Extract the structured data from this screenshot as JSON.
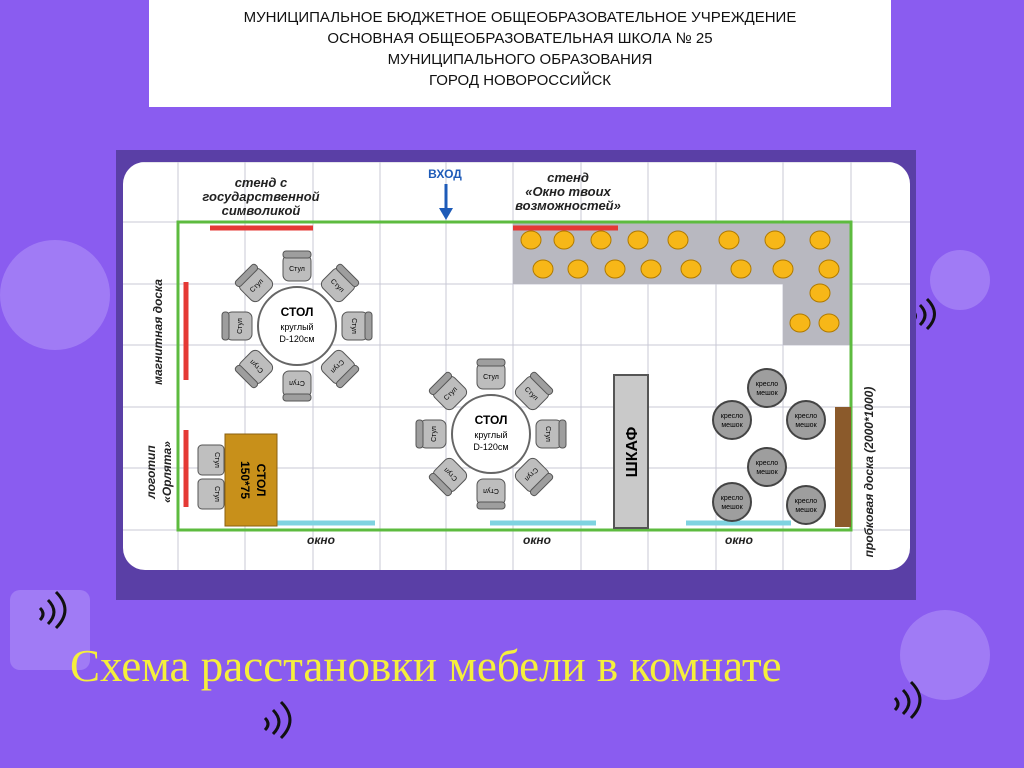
{
  "header": {
    "line1": "МУНИЦИПАЛЬНОЕ БЮДЖЕТНОЕ ОБЩЕОБРАЗОВАТЕЛЬНОЕ УЧРЕЖДЕНИЕ",
    "line2": "ОСНОВНАЯ ОБЩЕОБРАЗОВАТЕЛЬНАЯ ШКОЛА № 25",
    "line3": "МУНИЦИПАЛЬНОГО ОБРАЗОВАНИЯ",
    "line4": "ГОРОД НОВОРОССИЙСК"
  },
  "plan": {
    "entrance": "ВХОД",
    "stand_state_line1": "стенд с",
    "stand_state_line2": "государственной",
    "stand_state_line3": "символикой",
    "stand_window_line1": "стенд",
    "stand_window_line2": "«Окно твоих",
    "stand_window_line3": "возможностей»",
    "magnetic_board": "магнитная доска",
    "logo_line1": "логотип",
    "logo_line2": "«Орлята»",
    "cork_board": "пробковая доска (2000*1000)",
    "round_table_title": "СТОЛ",
    "round_table_sub1": "круглый",
    "round_table_sub2": "D-120см",
    "chair": "Стул",
    "rect_table_title": "СТОЛ",
    "rect_table_size": "150*75",
    "wardrobe": "ШКАФ",
    "beanbag_line1": "кресло",
    "beanbag_line2": "мешок",
    "window": "окно"
  },
  "caption": "Схема расстановки мебели  в комнате",
  "colors": {
    "background": "#8a5cf0",
    "wall": "#5dbb3f",
    "stand_red": "#e53935",
    "window_cyan": "#7fd3e0",
    "seat_yellow": "#f7b718",
    "table_brown": "#c8901a",
    "caption_yellow": "#f5ef3c"
  }
}
